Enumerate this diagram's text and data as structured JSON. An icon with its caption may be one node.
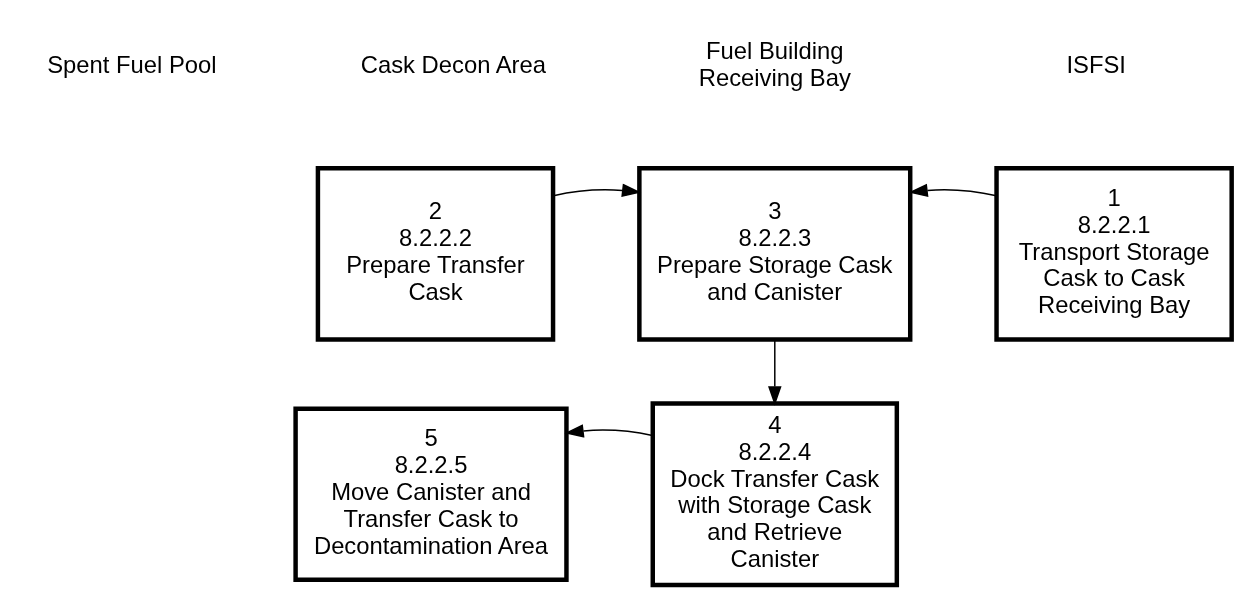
{
  "diagram": {
    "nodes": [
      {
        "text": [
          "2",
          "8.2.2.2",
          "Prepare Transfer Cask"
        ]
      },
      {
        "text": [
          "3",
          "8.2.2.3",
          "Prepare Storage Cask and Canister"
        ]
      },
      {
        "text": [
          "1",
          "8.2.2.1",
          "Transport Storage Cask to Cask Receiving Bay"
        ]
      },
      {
        "text": [
          "5",
          "8.2.2.5",
          "Move Canister and Transfer Cask to Decontamination Area"
        ]
      },
      {
        "text": [
          "4",
          "8.2.2.4",
          "Dock Transfer Cask with Storage Cask and Retrieve Canister"
        ]
      }
    ],
    "edges": [
      {
        "from": 0,
        "to": 1,
        "arrow": "to"
      },
      {
        "from": 2,
        "to": 1,
        "arrow": "to"
      },
      {
        "from": 1,
        "to": 4,
        "arrow": "to"
      },
      {
        "from": 4,
        "to": 3,
        "arrow": "to"
      }
    ],
    "labels": [
      "Spent Fuel Pool",
      "Cask Decon Area",
      "Fuel Building Receiving Bay",
      "ISFSI"
    ]
  }
}
